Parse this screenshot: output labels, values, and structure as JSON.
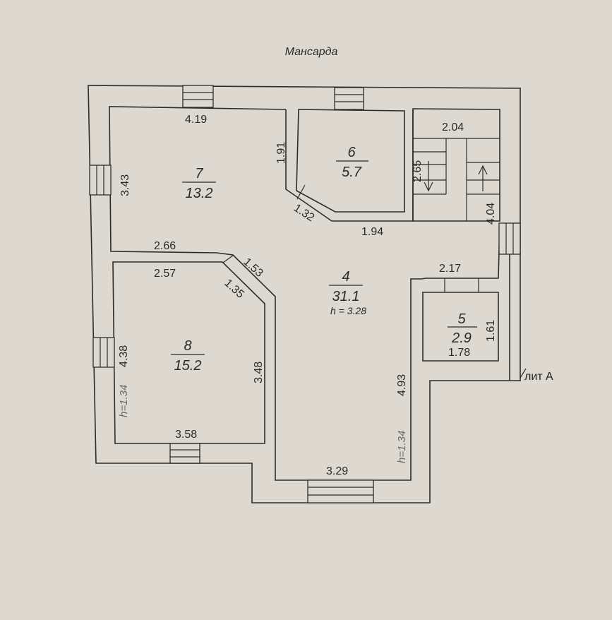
{
  "title": "Мансарда",
  "building_label": "лит А",
  "rooms": [
    {
      "number": "7",
      "area": "13.2"
    },
    {
      "number": "6",
      "area": "5.7"
    },
    {
      "number": "4",
      "area": "31.1",
      "height": "h = 3.28"
    },
    {
      "number": "5",
      "area": "2.9"
    },
    {
      "number": "8",
      "area": "15.2"
    }
  ],
  "heights": {
    "left": "h=1.34",
    "middle": "h=1.34"
  },
  "dimensions": {
    "room7_top": "4.19",
    "room7_left": "3.43",
    "room7_right": "1.91",
    "room7_diag": "1.32",
    "room6_bottom": "1.94",
    "stair_top": "2.04",
    "stair_step": "2.65",
    "right_wall": "4.04",
    "room8_top_outer": "2.66",
    "room8_diag_outer": "1.53",
    "room8_top_inner": "2.57",
    "room8_diag_inner": "1.35",
    "room8_left": "4.38",
    "room8_right": "3.48",
    "room8_bottom": "3.58",
    "room5_top": "2.17",
    "room5_right": "1.61",
    "room5_bottom": "1.78",
    "hall_right": "4.93",
    "hall_bottom": "3.29"
  }
}
